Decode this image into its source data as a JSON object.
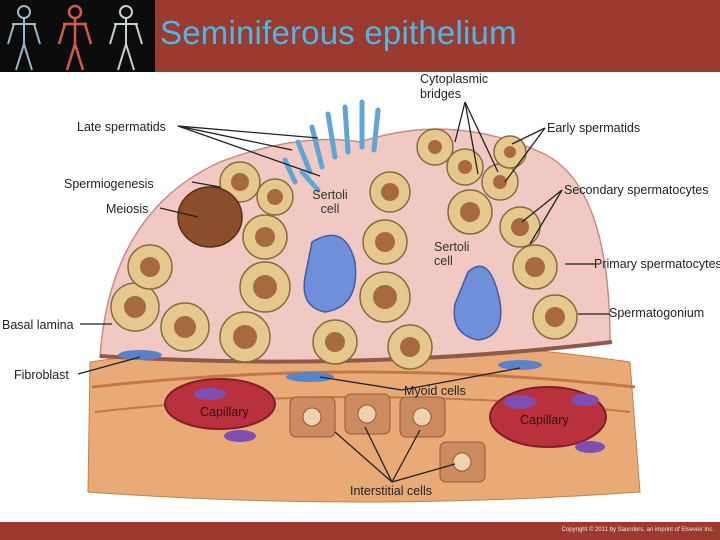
{
  "header": {
    "title": "Seminiferous epithelium"
  },
  "labels": {
    "cytoplasmic_bridges": "Cytoplasmic bridges",
    "late_spermatids": "Late spermatids",
    "early_spermatids": "Early spermatids",
    "spermiogenesis": "Spermiogenesis",
    "meiosis": "Meiosis",
    "sertoli_cell_1": "Sertoli cell",
    "sertoli_cell_2": "Sertoli cell",
    "secondary_spermatocytes": "Secondary spermatocytes",
    "primary_spermatocytes": "Primary spermatocytes",
    "spermatogonium": "Spermatogonium",
    "basal_lamina": "Basal lamina",
    "fibroblast": "Fibroblast",
    "myoid_cells": "Myoid cells",
    "capillary_1": "Capillary",
    "capillary_2": "Capillary",
    "interstitial_cells": "Interstitial cells"
  },
  "footer": {
    "copyright": "Copyright © 2011 by Saunders, an imprint of Elsevier Inc."
  },
  "colors": {
    "header_bg": "#9b3a2e",
    "title": "#4db7e6",
    "epithelium": "#f1c9c2",
    "cell_body": "#e6c88f",
    "nucleus": "#a76a3e",
    "sertoli_nucleus": "#6f8fd8",
    "capillary": "#b8313d",
    "connective": "#e8ab78"
  }
}
